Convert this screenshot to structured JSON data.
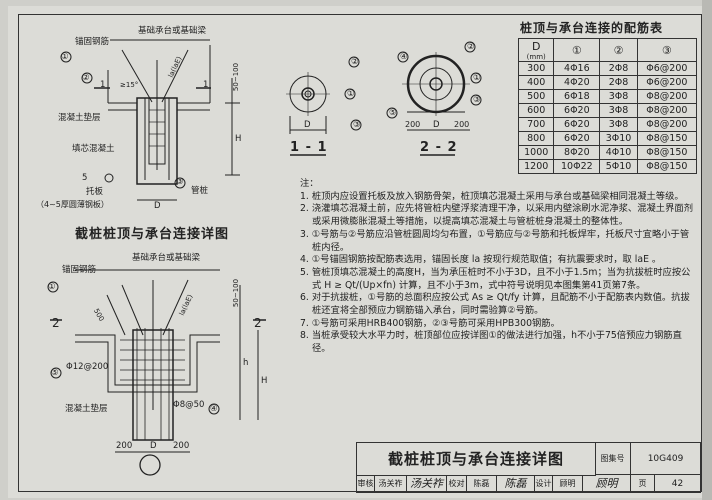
{
  "drawing_top": {
    "labels": {
      "cap": "基础承台或基础梁",
      "anchor": "锚固钢筋",
      "num1": "①",
      "num2": "②",
      "num3": "③",
      "sec": "1",
      "dim_50_100": "50~100",
      "la": "la(laE)",
      "angle": "≥15°",
      "cushion": "混凝土垫层",
      "fill": "填芯混凝土",
      "weld": "5",
      "plate": "托板",
      "plate_note": "（4~5厚圆薄钢板）",
      "pile": "管桩",
      "H": "H",
      "D": "D"
    },
    "caption": "截桩桩顶与承台连接详图"
  },
  "drawing_detail1": {
    "labels": {
      "cap": "基础承台或基础梁",
      "anchor": "锚固钢筋",
      "num1": "①",
      "sec": "2",
      "dim_500": "500",
      "la": "la(laE)",
      "dim_50_100": "50~100",
      "num5": "⑤",
      "bar5": "Φ12@200",
      "cushion": "混凝土垫层",
      "bar4": "Φ8@50",
      "num4": "④",
      "h": "h",
      "H": "H",
      "d200a": "200",
      "D": "D",
      "d200b": "200"
    },
    "caption": "①"
  },
  "section_1_1": {
    "labels": {
      "n2": "②",
      "n1": "①",
      "n3": "③",
      "D": "D"
    },
    "caption": "1 - 1"
  },
  "section_2_2": {
    "labels": {
      "n2": "②",
      "n4": "④",
      "n1": "①",
      "n3": "③",
      "n5": "⑤",
      "d200a": "200",
      "D": "D",
      "d200b": "200"
    },
    "caption": "2 - 2"
  },
  "rebar_table": {
    "title": "桩顶与承台连接的配筋表",
    "headers": [
      "D",
      "(mm)",
      "①",
      "②",
      "③"
    ],
    "rows": [
      [
        "300",
        "4Φ16",
        "2Φ8",
        "Φ6@200"
      ],
      [
        "400",
        "4Φ20",
        "2Φ8",
        "Φ6@200"
      ],
      [
        "500",
        "6Φ18",
        "3Φ8",
        "Φ8@200"
      ],
      [
        "600",
        "6Φ20",
        "3Φ8",
        "Φ8@200"
      ],
      [
        "700",
        "6Φ20",
        "3Φ8",
        "Φ8@200"
      ],
      [
        "800",
        "6Φ20",
        "3Φ10",
        "Φ8@150"
      ],
      [
        "1000",
        "8Φ20",
        "4Φ10",
        "Φ8@150"
      ],
      [
        "1200",
        "10Φ22",
        "5Φ10",
        "Φ8@150"
      ]
    ]
  },
  "notes": {
    "heading": "注：",
    "items": [
      "1. 桩顶内应设置托板及放入钢筋骨架，桩顶填芯混凝土采用与承台或基础梁相同混凝土等级。",
      "2. 浇灌填芯混凝土前，应先将管桩内壁浮浆清理干净，以采用内壁涂刷水泥净浆、混凝土界面剂或采用微膨胀混凝土等措施，以提高填芯混凝土与管桩桩身混凝土的整体性。",
      "3. ①号筋与②号筋应沿管桩圆周均匀布置，①号筋应与②号筋和托板焊牢，托板尺寸宜略小于管桩内径。",
      "4. ①号锚固钢筋按配筋表选用，锚固长度 la 按现行规范取值；有抗震要求时，取 laE 。",
      "5. 管桩顶填芯混凝土的高度H，当为承压桩时不小于3D，且不小于1.5m；当为抗拔桩时应按公式 H ≥ Qt/(Up×fn) 计算，且不小于3m，式中符号说明见本图集第41页第7条。",
      "6. 对于抗拔桩，①号筋的总面积应按公式 As ≥ Qt/fy 计算，且配筋不小于配筋表内数值。抗拔桩还宜将全部预应力钢筋锚入承台，同时需验算②号筋。",
      "7. ①号筋可采用HRB400钢筋，②③号筋可采用HPB300钢筋。",
      "8. 当桩承受较大水平力时，桩顶部位应按详图①的做法进行加强，h不小于75倍预应力钢筋直径。"
    ]
  },
  "title_block": {
    "title": "截桩桩顶与承台连接详图",
    "atlas_label": "图集号",
    "atlas_no": "10G409",
    "review_label": "审核",
    "reviewer": "汤关祚",
    "reviewer_sig": "汤关祚",
    "check_label": "校对",
    "checker": "陈磊",
    "checker_sig": "陈磊",
    "design_label": "设计",
    "designer": "顾明",
    "designer_sig": "顾明",
    "page_label": "页",
    "page_no": "42"
  }
}
